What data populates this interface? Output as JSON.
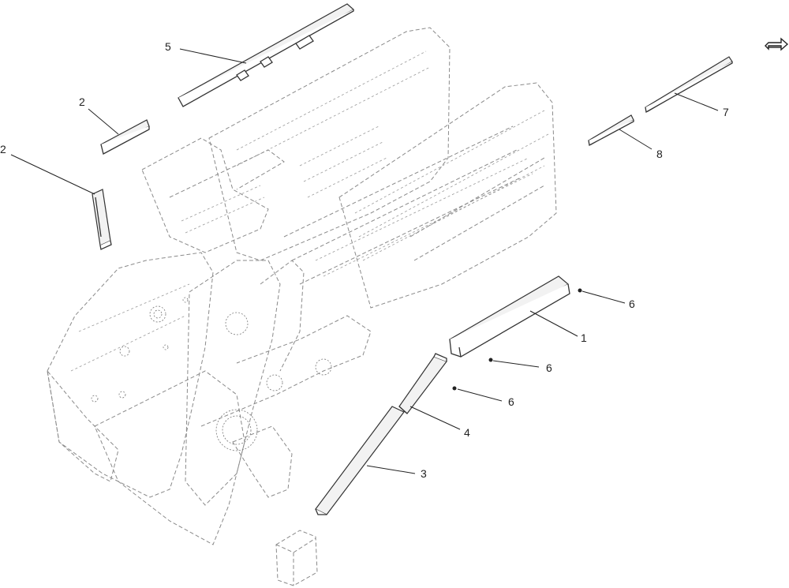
{
  "callouts": [
    {
      "id": "5a",
      "text": "5"
    },
    {
      "id": "2a",
      "text": "2"
    },
    {
      "id": "2b",
      "text": "2"
    },
    {
      "id": "7a",
      "text": "7"
    },
    {
      "id": "8a",
      "text": "8"
    },
    {
      "id": "6a",
      "text": "6"
    },
    {
      "id": "1a",
      "text": "1"
    },
    {
      "id": "6b",
      "text": "6"
    },
    {
      "id": "6c",
      "text": "6"
    },
    {
      "id": "4a",
      "text": "4"
    },
    {
      "id": "3a",
      "text": "3"
    }
  ],
  "icons": {
    "navigation": "page-arrow-icon"
  },
  "colors": {
    "line": "#222222",
    "ghost": "#8a8a8a",
    "background": "#ffffff"
  }
}
